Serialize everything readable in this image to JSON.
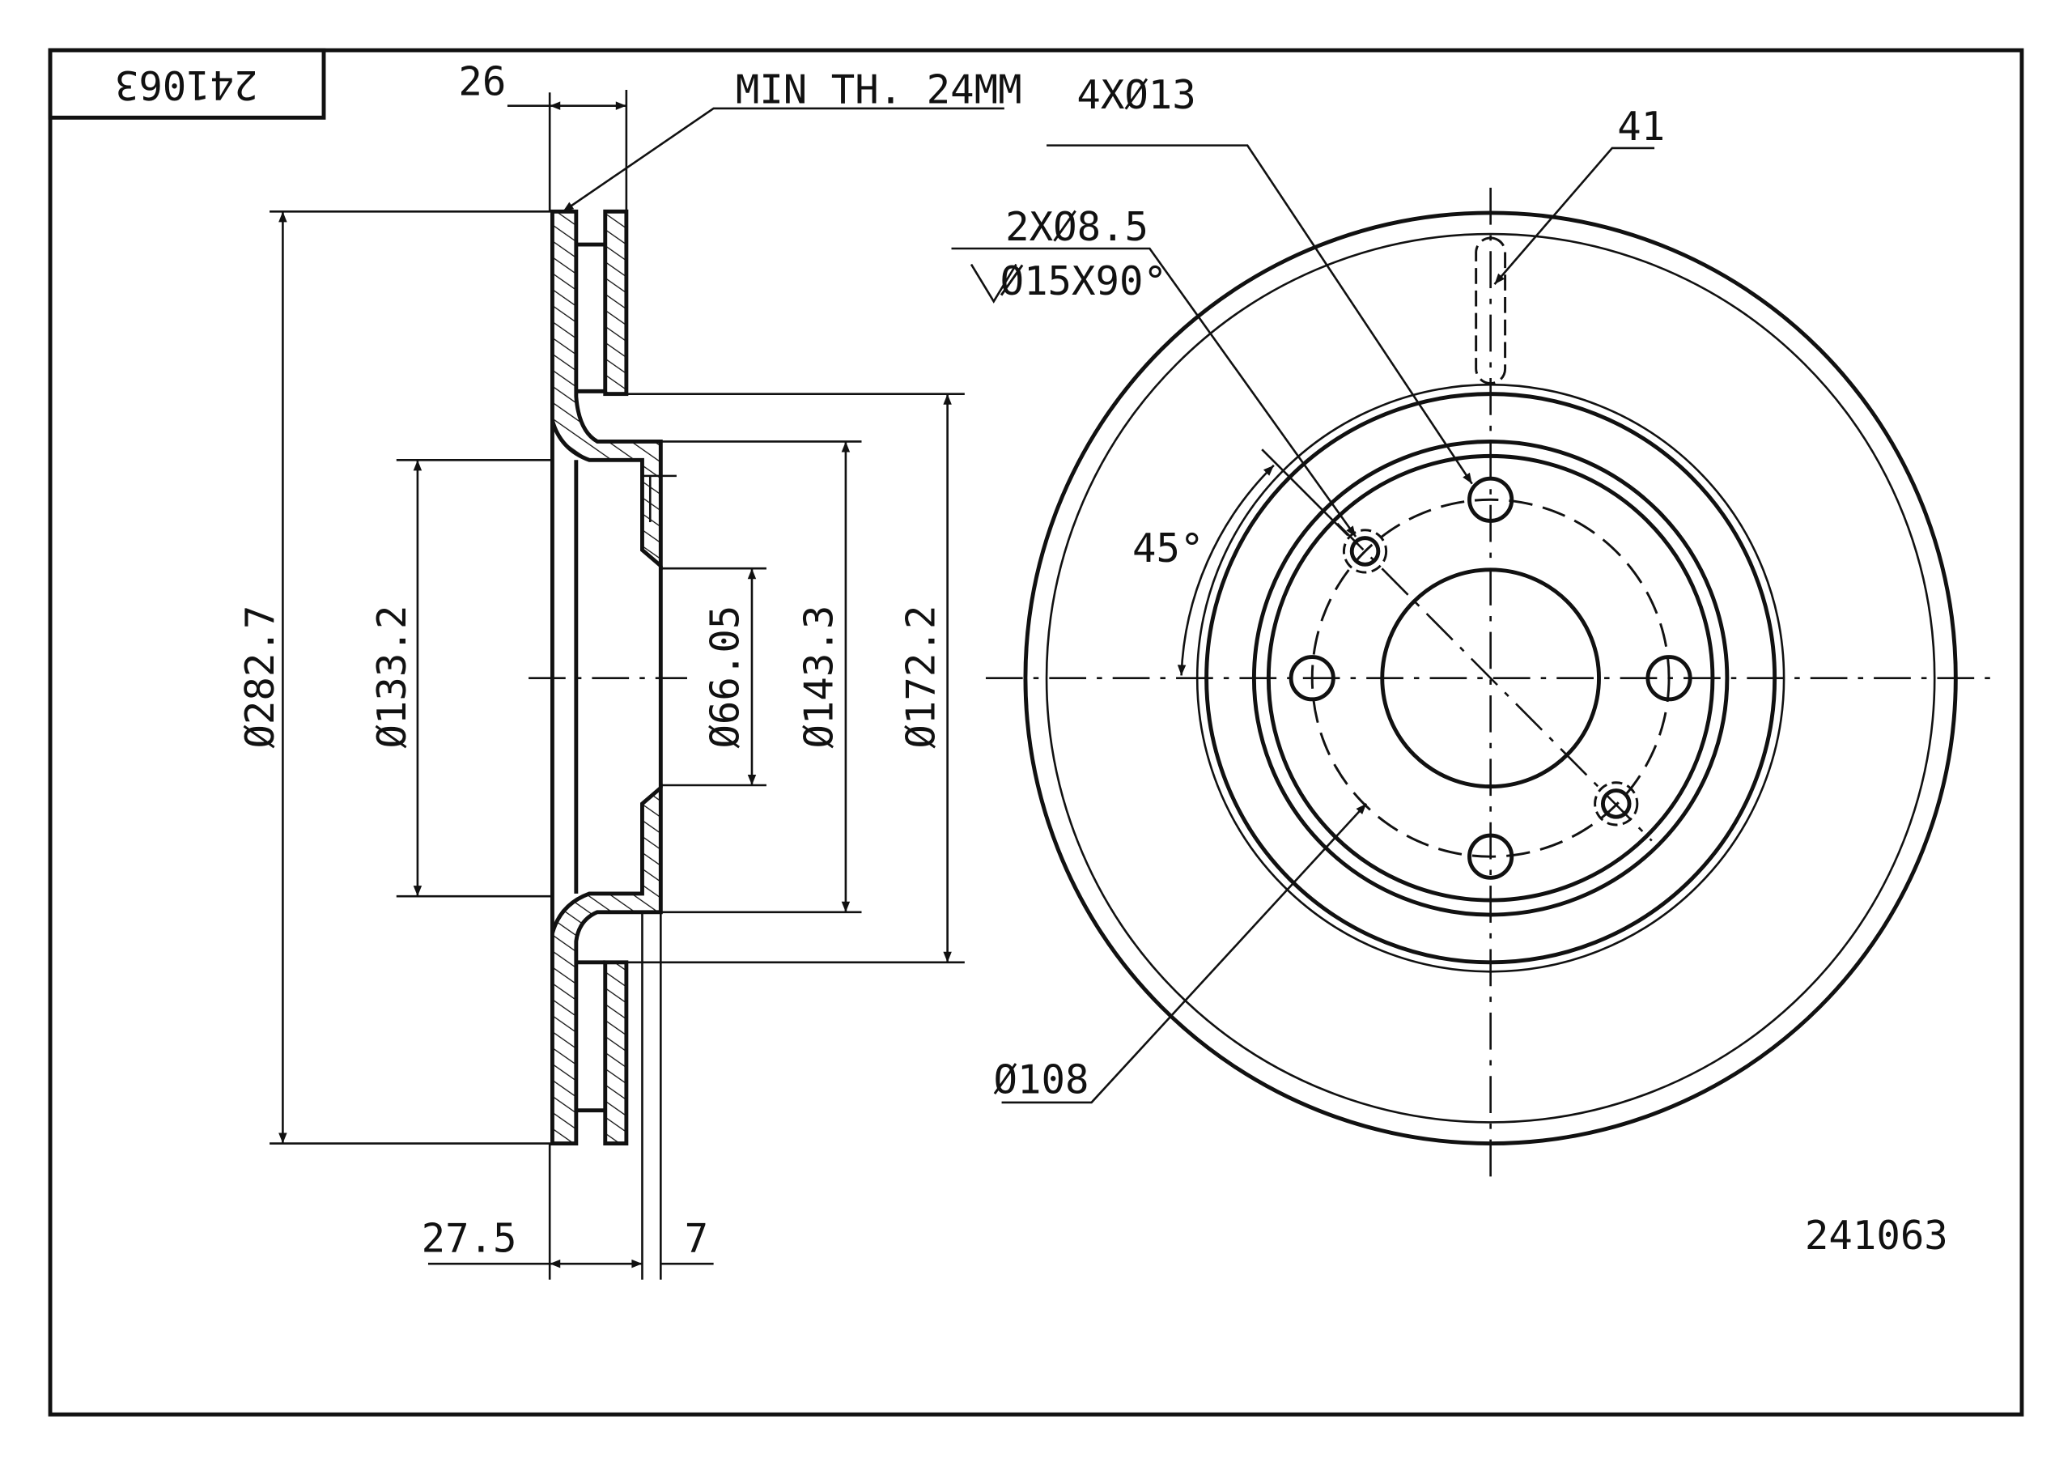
{
  "title_block": {
    "part_number_mirrored": "241063"
  },
  "part_number": "241063",
  "dimensions": {
    "thickness": "26",
    "min_thickness": "MIN TH. 24MM",
    "outer_diameter": "Ø282.7",
    "hat_inner_diameter": "Ø133.2",
    "center_bore": "Ø66.05",
    "hat_outer_diameter": "Ø143.3",
    "friction_inner_diameter": "Ø172.2",
    "offset": "27.5",
    "hub_thickness": "7",
    "bolt_holes": "4XØ13",
    "slot_width": "41",
    "locating_holes": "2XØ8.5",
    "countersink": "Ø15X90°",
    "angle": "45°",
    "pcd": "Ø108"
  }
}
